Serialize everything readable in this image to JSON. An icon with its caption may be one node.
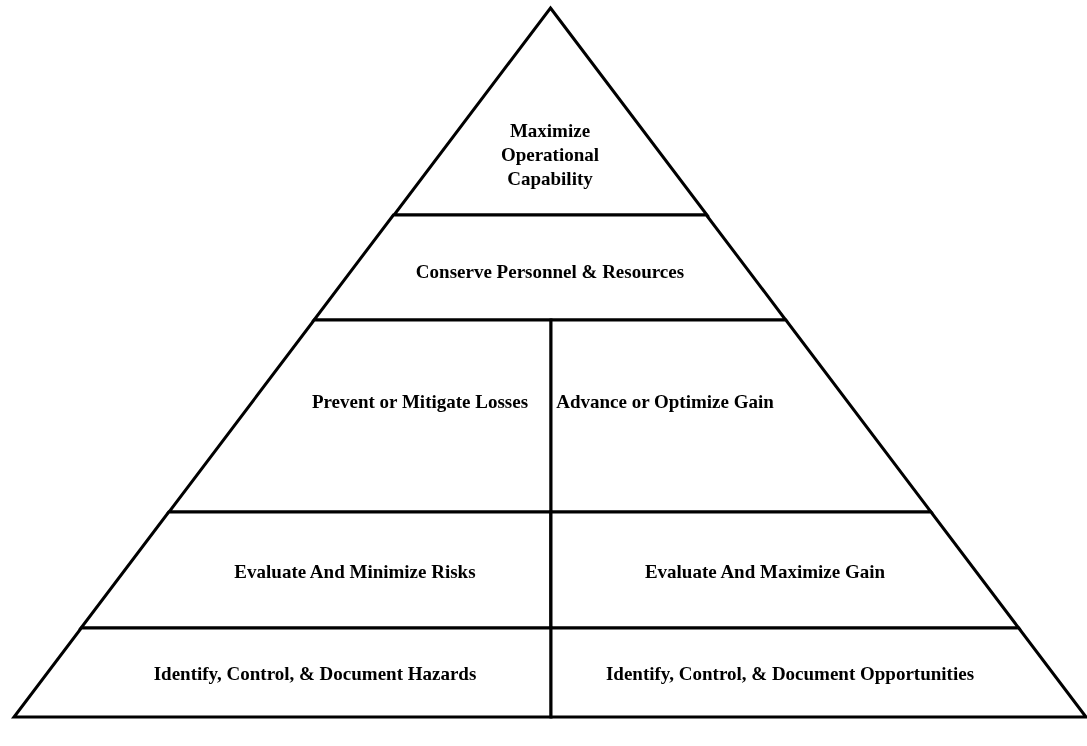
{
  "diagram": {
    "nodes": [
      {
        "text": [
          "Maximize Operational Capability"
        ]
      },
      {
        "text": [
          "Conserve Personnel & Resources"
        ]
      },
      {
        "text": [
          "Prevent or Mitigate Losses"
        ]
      },
      {
        "text": [
          "Advance or Optimize Gain"
        ]
      },
      {
        "text": [
          "Evaluate And Minimize Risks"
        ]
      },
      {
        "text": [
          "Evaluate And Maximize Gain"
        ]
      },
      {
        "text": [
          "Identify, Control, & Document Hazards"
        ]
      },
      {
        "text": [
          "Identify, Control, & Document Opportunities"
        ]
      }
    ],
    "edges": []
  }
}
